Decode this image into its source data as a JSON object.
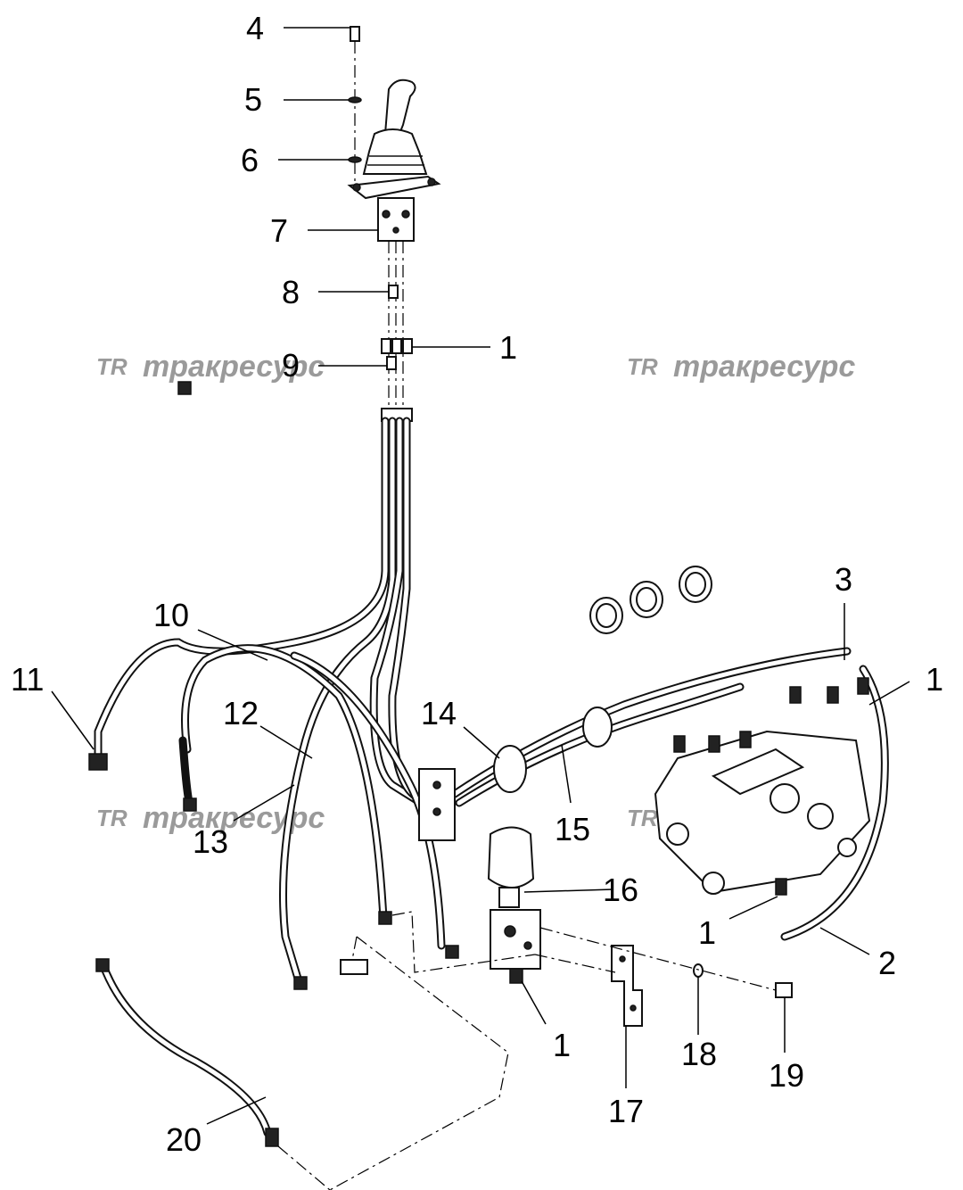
{
  "callouts": [
    {
      "id": "c4",
      "text": "4"
    },
    {
      "id": "c5",
      "text": "5"
    },
    {
      "id": "c6",
      "text": "6"
    },
    {
      "id": "c7",
      "text": "7"
    },
    {
      "id": "c8",
      "text": "8"
    },
    {
      "id": "c9",
      "text": "9"
    },
    {
      "id": "c1a",
      "text": "1"
    },
    {
      "id": "c3",
      "text": "3"
    },
    {
      "id": "c1b",
      "text": "1"
    },
    {
      "id": "c10",
      "text": "10"
    },
    {
      "id": "c11",
      "text": "11"
    },
    {
      "id": "c12",
      "text": "12"
    },
    {
      "id": "c14",
      "text": "14"
    },
    {
      "id": "c13",
      "text": "13"
    },
    {
      "id": "c15",
      "text": "15"
    },
    {
      "id": "c16",
      "text": "16"
    },
    {
      "id": "c1c",
      "text": "1"
    },
    {
      "id": "c2",
      "text": "2"
    },
    {
      "id": "c1d",
      "text": "1"
    },
    {
      "id": "c18",
      "text": "18"
    },
    {
      "id": "c19",
      "text": "19"
    },
    {
      "id": "c17",
      "text": "17"
    },
    {
      "id": "c20",
      "text": "20"
    }
  ],
  "watermark": {
    "logo": "TR",
    "text": "тракресурс"
  },
  "colors": {
    "line": "#111111",
    "watermark": "#9a9a9a",
    "background": "#ffffff"
  }
}
